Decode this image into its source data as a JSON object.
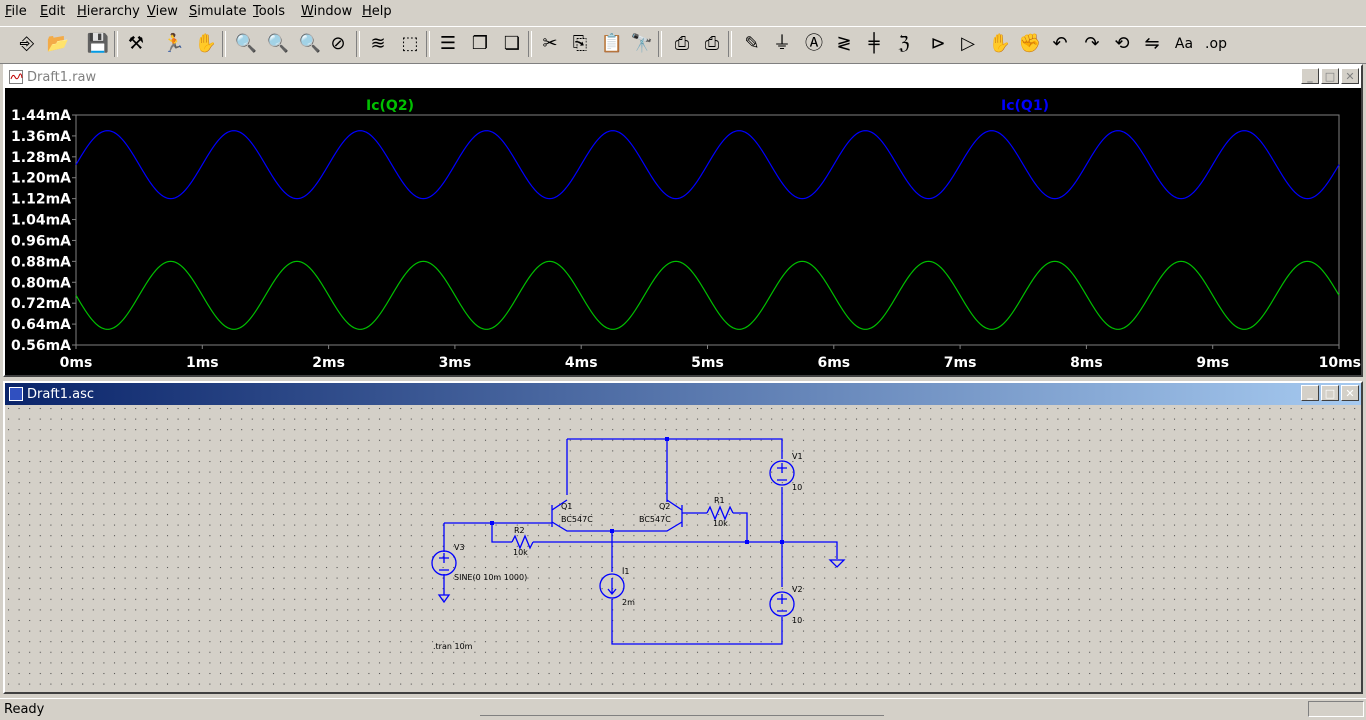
{
  "menu": [
    "File",
    "Edit",
    "Hierarchy",
    "View",
    "Simulate",
    "Tools",
    "Window",
    "Help"
  ],
  "menu_underline": [
    "F",
    "E",
    "H",
    "V",
    "S",
    "T",
    "W",
    "H"
  ],
  "toolbar_icons": [
    "new-schematic-icon",
    "open-folder-icon",
    "save-icon",
    "control-panel-hammer-icon",
    "run-icon",
    "pan-hand-icon",
    "zoom-in-icon",
    "zoom-fit-icon",
    "zoom-out-icon",
    "zoom-cancel-icon",
    "autoscale-icon",
    "move-plot-icon",
    "tile-horizontal-icon",
    "cascade-icon",
    "tile-vertical-icon",
    "cut-icon",
    "copy-icon",
    "paste-icon",
    "find-icon",
    "print-setup-icon",
    "print-icon",
    "draw-wire-icon",
    "ground-icon",
    "label-net-icon",
    "resistor-icon",
    "capacitor-icon",
    "inductor-icon",
    "diode-icon",
    "component-icon",
    "move-hand-icon",
    "drag-hand-icon",
    "undo-icon",
    "redo-icon",
    "rotate-icon",
    "mirror-icon",
    "text-icon",
    "spice-directive-icon"
  ],
  "plot_window": {
    "title": "Draft1.raw",
    "chart_data": {
      "type": "line",
      "x_tick_labels": [
        "0ms",
        "1ms",
        "2ms",
        "3ms",
        "4ms",
        "5ms",
        "6ms",
        "7ms",
        "8ms",
        "9ms",
        "10ms"
      ],
      "y_tick_labels": [
        "1.44mA",
        "1.36mA",
        "1.28mA",
        "1.20mA",
        "1.12mA",
        "1.04mA",
        "0.96mA",
        "0.88mA",
        "0.80mA",
        "0.72mA",
        "0.64mA",
        "0.56mA"
      ],
      "xlim": [
        0,
        10
      ],
      "ylim": [
        0.56,
        1.44
      ],
      "grid": false,
      "series": [
        {
          "name": "Ic(Q2)",
          "color": "#00c000",
          "offset": 0.75,
          "amplitude": 0.13,
          "frequency_khz": 1.0,
          "phase": -1
        },
        {
          "name": "Ic(Q1)",
          "color": "#0000ff",
          "offset": 1.25,
          "amplitude": 0.13,
          "frequency_khz": 1.0,
          "phase": 1
        }
      ]
    }
  },
  "schematic_window": {
    "title": "Draft1.asc",
    "labels": {
      "q1": "Q1",
      "q1_model": "BC547C",
      "q2": "Q2",
      "q2_model": "BC547C",
      "r1": "R1",
      "r1_val": "10k",
      "r2": "R2",
      "r2_val": "10k",
      "v1": "V1",
      "v1_val": "10",
      "v2": "V2",
      "v2_val": "10",
      "v3": "V3",
      "v3_val": "SINE(0 10m 1000)",
      "i1": "I1",
      "i1_val": "2m",
      "directive": ".tran 10m"
    }
  },
  "status": "Ready",
  "colors": {
    "active_title_start": "#0a246a",
    "active_title_end": "#a6caf0",
    "inactive_title": "#ffffff",
    "plot_bg": "#000000",
    "schematic_bg": "#d4d0c8",
    "wire": "#0000ff"
  }
}
